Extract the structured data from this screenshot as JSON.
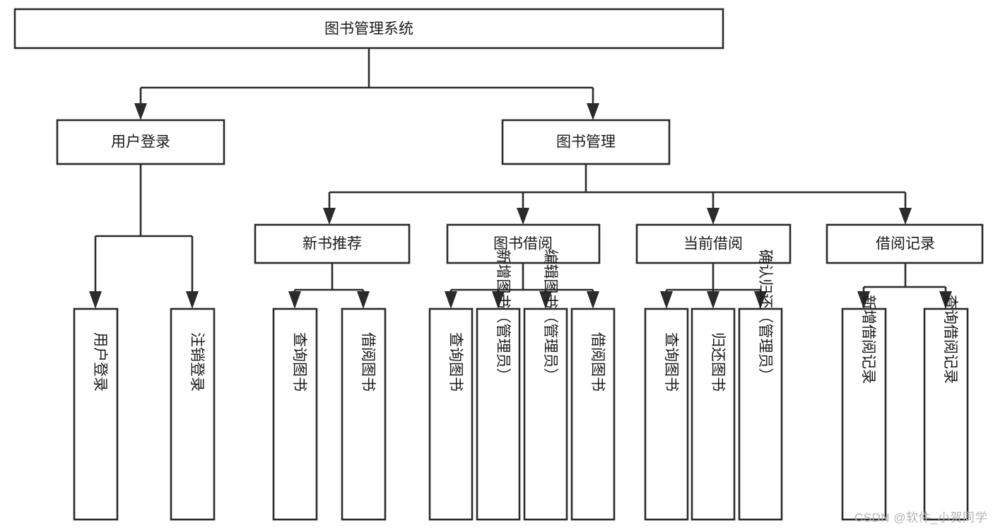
{
  "diagram": {
    "type": "tree-hierarchy",
    "title": "图书管理系统",
    "watermark": "CSDN @软件_小贺同学",
    "colors": {
      "box_stroke": "#2b2b2b",
      "box_fill": "#ffffff",
      "connector": "#2b2b2b",
      "text": "#1a1a1a",
      "watermark": "#b4b4b4",
      "background": "#ffffff"
    },
    "root": {
      "label": "图书管理系统",
      "orientation": "horizontal"
    },
    "level1": [
      {
        "label": "用户登录",
        "orientation": "horizontal"
      },
      {
        "label": "图书管理",
        "orientation": "horizontal"
      }
    ],
    "level2": [
      {
        "label": "新书推荐",
        "orientation": "horizontal"
      },
      {
        "label": "图书借阅",
        "orientation": "horizontal"
      },
      {
        "label": "当前借阅",
        "orientation": "horizontal"
      },
      {
        "label": "借阅记录",
        "orientation": "horizontal"
      }
    ],
    "leaves": {
      "user_login": [
        {
          "label": "用户登录",
          "orientation": "vertical"
        },
        {
          "label": "注销登录",
          "orientation": "vertical"
        }
      ],
      "new_book_recommend": [
        {
          "label": "查询图书",
          "orientation": "vertical"
        },
        {
          "label": "借阅图书",
          "orientation": "vertical"
        }
      ],
      "book_borrow": [
        {
          "label": "查询图书",
          "orientation": "vertical"
        },
        {
          "label": "新增图书（管理员）",
          "orientation": "vertical"
        },
        {
          "label": "编辑图书（管理员）",
          "orientation": "vertical"
        },
        {
          "label": "借阅图书",
          "orientation": "vertical"
        }
      ],
      "current_borrow": [
        {
          "label": "查询图书",
          "orientation": "vertical"
        },
        {
          "label": "归还图书",
          "orientation": "vertical"
        },
        {
          "label": "确认归还（管理员）",
          "orientation": "vertical"
        }
      ],
      "borrow_record": [
        {
          "label": "新增借阅记录",
          "orientation": "vertical"
        },
        {
          "label": "查询借阅记录",
          "orientation": "vertical"
        }
      ]
    }
  }
}
